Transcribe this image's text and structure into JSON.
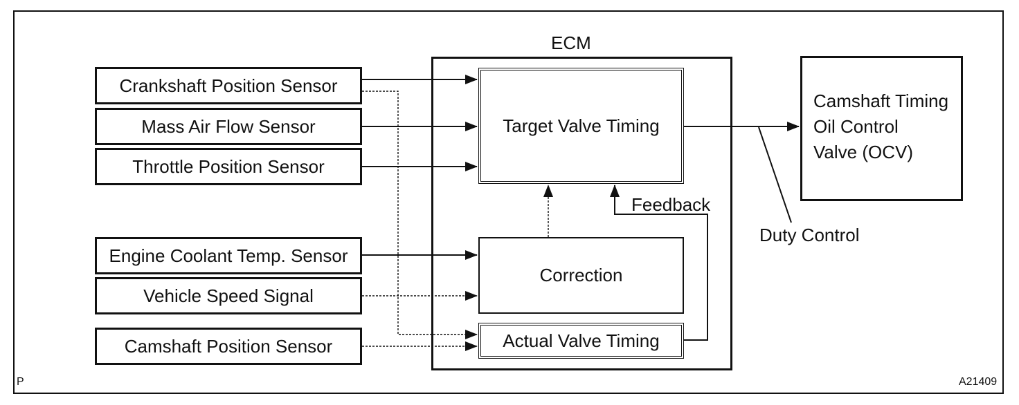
{
  "ecm": {
    "title": "ECM"
  },
  "sensors": [
    "Crankshaft Position Sensor",
    "Mass Air Flow Sensor",
    "Throttle Position Sensor",
    "Engine Coolant Temp. Sensor",
    "Vehicle Speed Signal",
    "Camshaft Position Sensor"
  ],
  "blocks": {
    "target": "Target Valve Timing",
    "correction": "Correction",
    "actual": "Actual Valve Timing"
  },
  "labels": {
    "feedback": "Feedback",
    "duty_control": "Duty Control"
  },
  "output": {
    "lines": [
      "Camshaft Timing",
      "Oil Control",
      "Valve (OCV)"
    ]
  },
  "footer": {
    "left_mark": "P",
    "figure_code": "A21409"
  }
}
